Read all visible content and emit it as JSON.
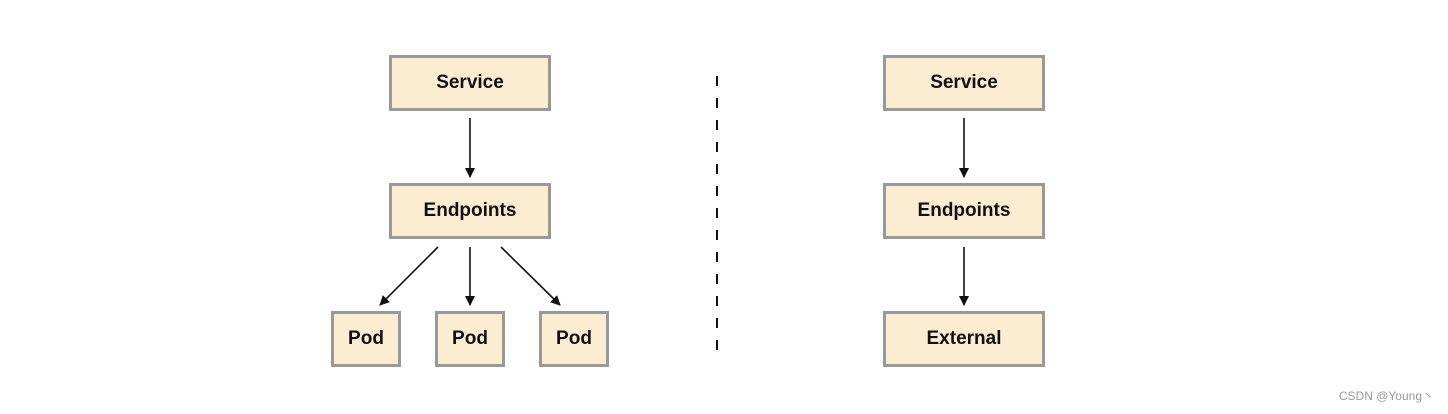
{
  "left": {
    "service": "Service",
    "endpoints": "Endpoints",
    "pods": [
      "Pod",
      "Pod",
      "Pod"
    ]
  },
  "right": {
    "service": "Service",
    "endpoints": "Endpoints",
    "external": "External"
  },
  "watermark": "CSDN @Young丶",
  "colors": {
    "node_fill": "#fcecd2",
    "node_border": "#999999",
    "arrow": "#111111"
  }
}
